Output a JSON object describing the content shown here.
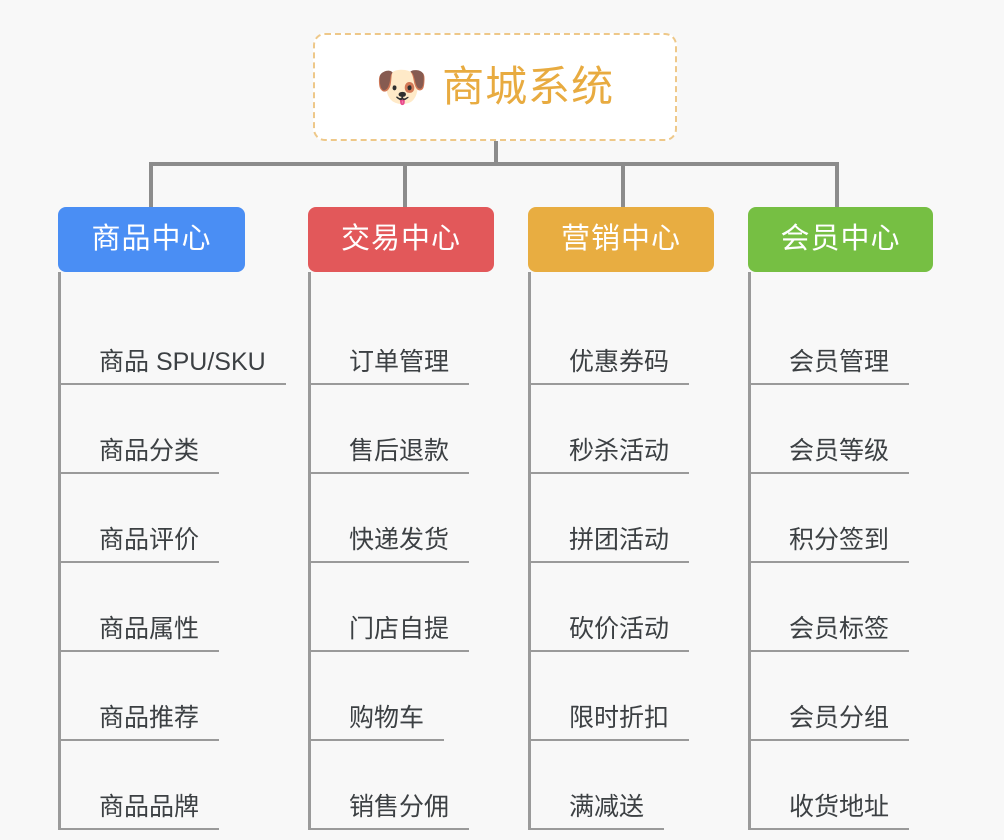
{
  "canvas": {
    "background": "#f8f8f8",
    "connector_color": "#8c8c8c",
    "leaf_line_color": "#9a9a9a",
    "leaf_text_color": "#3c4043"
  },
  "root": {
    "icon": "dog-face-emoji",
    "emoji": "🐶",
    "title": "商城系统",
    "title_color": "#e8ab40",
    "border_color": "#eec889",
    "background": "#ffffff"
  },
  "columns": [
    {
      "id": "product-center",
      "label": "商品中心",
      "color": "#4a8ef4",
      "width": 187,
      "items": [
        {
          "label": "商品 SPU/SKU"
        },
        {
          "label": "商品分类"
        },
        {
          "label": "商品评价"
        },
        {
          "label": "商品属性"
        },
        {
          "label": "商品推荐"
        },
        {
          "label": "商品品牌"
        }
      ]
    },
    {
      "id": "trade-center",
      "label": "交易中心",
      "color": "#e2585a",
      "width": 186,
      "items": [
        {
          "label": "订单管理"
        },
        {
          "label": "售后退款"
        },
        {
          "label": "快递发货"
        },
        {
          "label": "门店自提"
        },
        {
          "label": "购物车"
        },
        {
          "label": "销售分佣"
        }
      ]
    },
    {
      "id": "marketing-center",
      "label": "营销中心",
      "color": "#e8ad41",
      "width": 186,
      "items": [
        {
          "label": "优惠券码"
        },
        {
          "label": "秒杀活动"
        },
        {
          "label": "拼团活动"
        },
        {
          "label": "砍价活动"
        },
        {
          "label": "限时折扣"
        },
        {
          "label": "满减送"
        }
      ]
    },
    {
      "id": "member-center",
      "label": "会员中心",
      "color": "#76bf43",
      "width": 185,
      "items": [
        {
          "label": "会员管理"
        },
        {
          "label": "会员等级"
        },
        {
          "label": "积分签到"
        },
        {
          "label": "会员标签"
        },
        {
          "label": "会员分组"
        },
        {
          "label": "收货地址"
        }
      ]
    }
  ]
}
